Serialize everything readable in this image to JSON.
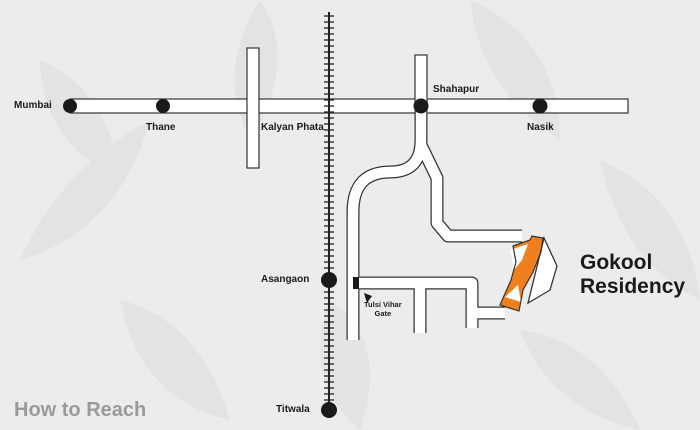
{
  "map": {
    "heading": "How to Reach",
    "project": {
      "name_line1": "Gokool",
      "name_line2": "Residency"
    },
    "places": {
      "mumbai": "Mumbai",
      "thane": "Thane",
      "kalyan_phata": "Kalyan Phata",
      "shahapur": "Shahapur",
      "nasik": "Nasik",
      "asangaon": "Asangaon",
      "titwala": "Titwala",
      "gate_line1": "Tulsi Vihar",
      "gate_line2": "Gate"
    },
    "colors": {
      "background": "#ececec",
      "road_fill": "#ffffff",
      "road_outline": "#333333",
      "site_orange": "#f07f1e",
      "node": "#1a1a1a",
      "heading": "#9a9a9a"
    }
  }
}
